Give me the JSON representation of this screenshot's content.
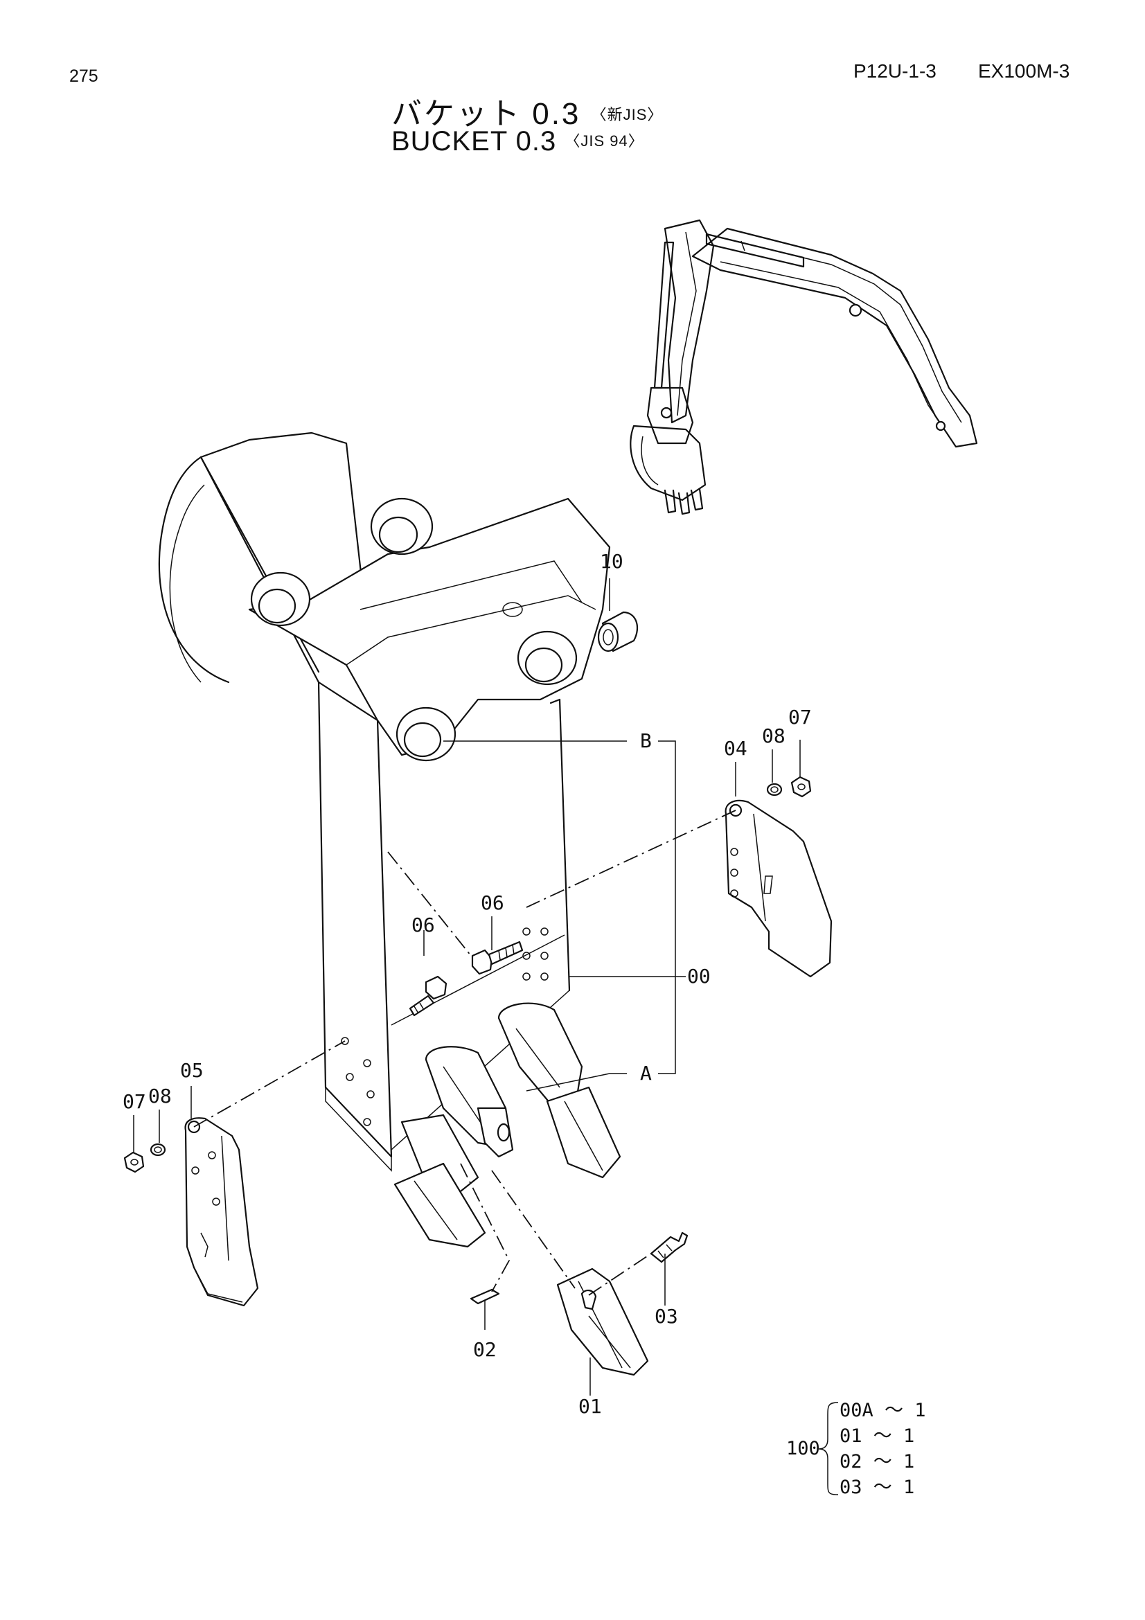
{
  "header": {
    "page_number": "275",
    "doc_code": "P12U-1-3",
    "model": "EX100M-3"
  },
  "title": {
    "japanese": "バケット 0.3",
    "japanese_note": "〈新JIS〉",
    "english": "BUCKET 0.3",
    "english_note": "〈JIS 94〉"
  },
  "callouts": {
    "p00": "00",
    "p01": "01",
    "p02": "02",
    "p03": "03",
    "p04": "04",
    "p05": "05",
    "p06a": "06",
    "p06b": "06",
    "p07a": "07",
    "p07b": "07",
    "p08a": "08",
    "p08b": "08",
    "p10": "10",
    "ref_a": "A",
    "ref_b": "B"
  },
  "kit": {
    "number": "100",
    "items": [
      "00A ～ 1",
      "01  ～ 1",
      "02  ～ 1",
      "03  ～ 1"
    ]
  }
}
